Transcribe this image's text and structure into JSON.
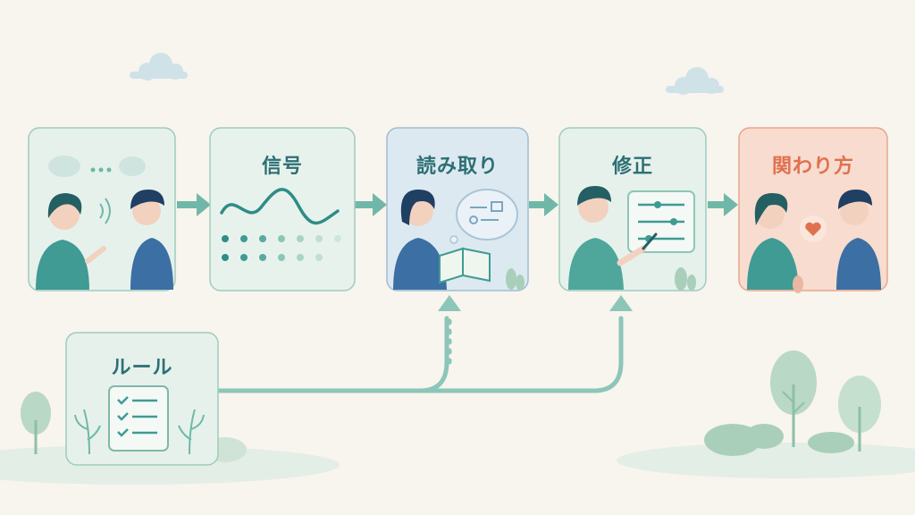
{
  "nodes": [
    {
      "id": "conversation",
      "label": ""
    },
    {
      "id": "signal",
      "label": "信号"
    },
    {
      "id": "reading",
      "label": "読み取り"
    },
    {
      "id": "correction",
      "label": "修正"
    },
    {
      "id": "relationship",
      "label": "関わり方"
    },
    {
      "id": "rules",
      "label": "ルール"
    }
  ],
  "edges": [
    {
      "from": "conversation",
      "to": "signal",
      "style": "solid-arrow"
    },
    {
      "from": "signal",
      "to": "reading",
      "style": "solid-arrow"
    },
    {
      "from": "reading",
      "to": "correction",
      "style": "solid-arrow"
    },
    {
      "from": "correction",
      "to": "relationship",
      "style": "solid-arrow"
    },
    {
      "from": "rules",
      "to": "reading",
      "style": "dotted-arrow"
    },
    {
      "from": "rules",
      "to": "correction",
      "style": "dotted-arrow"
    }
  ],
  "colors": {
    "teal": "#6fb8a8",
    "teal_dark": "#2c6f73",
    "panel_fill": "#e6f1ec",
    "panel_blue": "#dde9f1",
    "panel_coral": "#f8dccf",
    "coral_text": "#e0714f",
    "background": "#f8f4ee"
  },
  "icons": [
    "speech-bubbles-icon",
    "sound-waves-icon",
    "wave-icon",
    "dots-icon",
    "book-icon",
    "thought-bubble-icon",
    "sliders-icon",
    "pen-icon",
    "heart-icon",
    "checklist-icon",
    "tree-icon",
    "cloud-icon",
    "plant-icon"
  ]
}
